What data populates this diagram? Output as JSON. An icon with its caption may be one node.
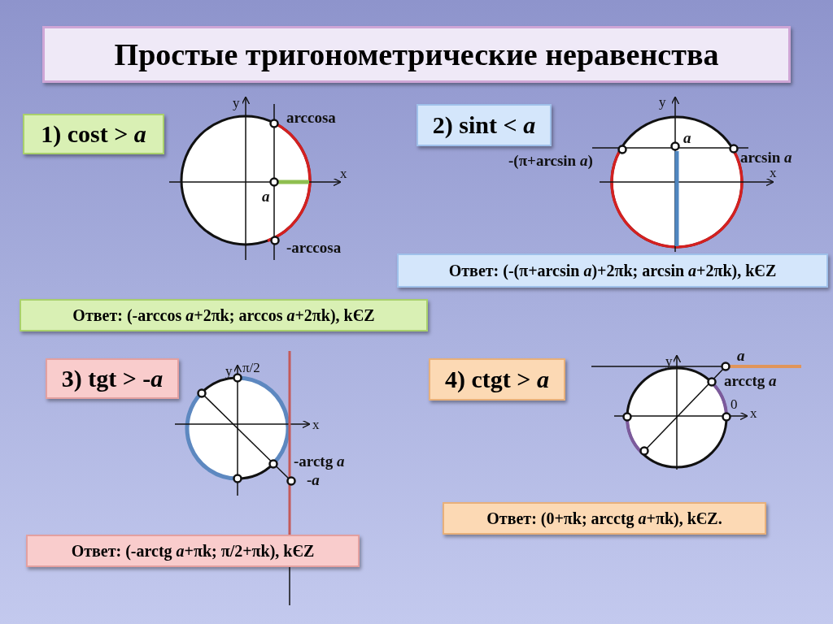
{
  "diagram": {
    "title": "Простые тригонометрические неравенства",
    "nodes": [
      {
        "text": [
          "1) cost > *a*"
        ]
      },
      {
        "text": [
          "2) sint < *a*"
        ]
      },
      {
        "text": [
          "Ответ: (-(π+arcsin *a*)+2πk; arcsin *a*+2πk), kЄZ"
        ]
      },
      {
        "text": [
          "Ответ: (-arccos *a*+2πk; arccos *a*+2πk), kЄZ"
        ]
      },
      {
        "text": [
          "3) tgt > -*a*"
        ]
      },
      {
        "text": [
          "4) ctgt > *a*"
        ]
      },
      {
        "text": [
          "Ответ: (0+πk; arcctg *a*+πk), kЄZ."
        ]
      },
      {
        "text": [
          "Ответ: (-arctg *a*+πk; π/2+πk), kЄZ"
        ]
      }
    ],
    "labels": [
      "y",
      "arccosa",
      "x",
      "*a*",
      "-arccosa",
      "y",
      "*a*",
      "arcsin *a*",
      "-(π+arcsin *a*)",
      "x",
      "y",
      "π/2",
      "x",
      "-arctg *a*",
      "-*a*",
      "*a*",
      "y",
      "arcctg *a*",
      "0",
      "x"
    ]
  }
}
